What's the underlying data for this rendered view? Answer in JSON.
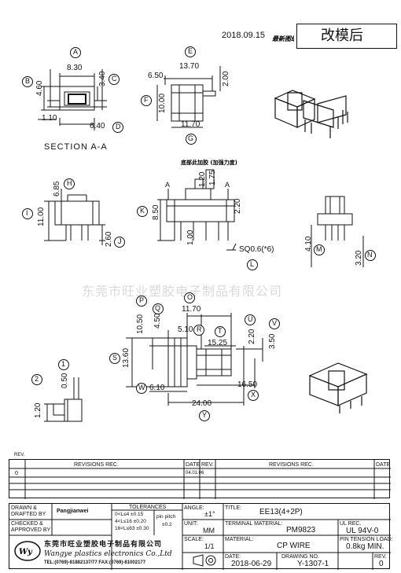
{
  "header": {
    "revision_note": "2018.09.15",
    "revision_desc": "改模后"
  },
  "drawing": {
    "watermark": "东莞市旺业塑胶电子制品有限公司",
    "section_label": "SECTION A-A",
    "section_arrow_a": "A",
    "balloons": [
      "A",
      "B",
      "C",
      "D",
      "E",
      "F",
      "G",
      "H",
      "I",
      "J",
      "K",
      "L",
      "M",
      "N",
      "O",
      "P",
      "Q",
      "R",
      "S",
      "T",
      "U",
      "V",
      "W",
      "X",
      "Y",
      "1",
      "2"
    ],
    "dims": {
      "a": "8.30",
      "b": "4.60",
      "c": "3.40",
      "d": "6.40",
      "d2": "1.10",
      "e": "13.70",
      "e2": "6.50",
      "f": "10.00",
      "g": "11.70",
      "e3": "2.00",
      "h": "6.85",
      "i": "11.00",
      "j": "2.60",
      "k": "8.50",
      "k2": "1.20",
      "k3": "1.75",
      "k4": "2.20",
      "k5": "1.00",
      "l": "SQ0.6(*6)",
      "m": "4.10",
      "n": "3.20",
      "o": "11.70",
      "p": "10.50",
      "q": "4.50",
      "r": "5.10",
      "s": "13.60",
      "s2": "16.50",
      "t": "15.25",
      "u": "2.20",
      "v": "3.50",
      "w": "6.10",
      "x": "16.50",
      "y": "24.00",
      "one": "0.50",
      "two": "1.20"
    }
  },
  "rev_table": {
    "label": "REV.",
    "headers": [
      "REV.",
      "REVISIONS   REC.",
      "DATE",
      "REV.",
      "REVISIONS   REC.",
      "DATE"
    ],
    "rows": [
      [
        "0",
        "",
        "04.01.06",
        "",
        "",
        ""
      ]
    ]
  },
  "title_block": {
    "drawn_by_label": "DRAWN &\nDRAFTED BY",
    "drafter": "Pangjianwei",
    "checked_label": "CHECKED &\nAPPROVED BY",
    "tolerances_label": "TOLERANCES",
    "tol_rows": [
      "0<L≤4    ±0.15",
      "4<L≤16  ±0.20",
      "16<L≤63  ±0.30"
    ],
    "pin_pitch_label": "pin pitch",
    "pin_pitch_val": "±0.2",
    "angle_label": "ANGLE:",
    "angle_val": "±1°",
    "title_label": "TITLE:",
    "title_val": "EE13(4+2P)",
    "unit_label": "UNIT:",
    "unit_val": "MM",
    "terminal_label": "TERMINAL MATERIAL:",
    "terminal_val": "PM9823",
    "ul_label": "UL REC.",
    "ul_val": "UL 94V-0",
    "scale_label": "SCALE:",
    "scale_val": "1/1",
    "material_label": "MATERIAL:",
    "material_val": "CP WIRE",
    "tension_label": "PIN TENSION LOAD:",
    "tension_val": "0.8kg MIN.",
    "date_label": "DATE:",
    "date_val": "2018-06-29",
    "drawing_no_label": "DRAWING NO.",
    "drawing_no_val": "Y-1307-1",
    "rev_label": "REV.",
    "rev_val": "0",
    "company_cn": "东莞市旺业塑胶电子制品有限公司",
    "company_en": "Wangye plastics electronics Co.,Ltd",
    "contact": "TEL:(0769)-81882137/77   FAX:(0769)-81002177"
  }
}
